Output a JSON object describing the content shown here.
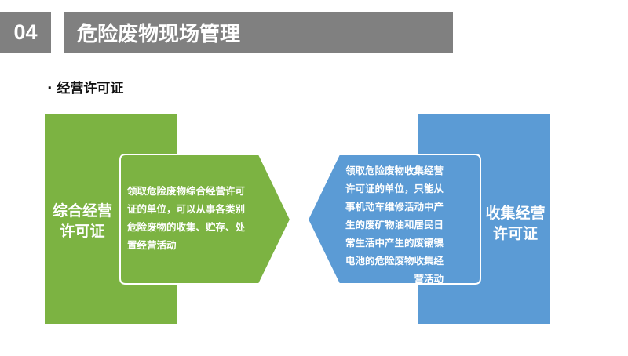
{
  "header": {
    "number": "04",
    "title": "危险废物现场管理"
  },
  "subtitle": "· 经营许可证",
  "left": {
    "label_lines": [
      "综合经营",
      "许可证"
    ],
    "desc_lines": [
      "领取危险废物综合经营许可",
      "证的单位，可以从事各类别",
      "危险废物的收集、贮存、处",
      "置经营活动"
    ],
    "color": "#7cb342"
  },
  "right": {
    "label_lines": [
      "收集经营",
      "许可证"
    ],
    "desc_lines": [
      "领取危险废物收集经营",
      "许可证的单位，只能从",
      "事机动车维修活动中产",
      "生的废矿物油和居民日",
      "常生活中产生的废镉镍",
      "电池的危险废物收集经",
      "营活动"
    ],
    "color": "#5b9bd5"
  }
}
